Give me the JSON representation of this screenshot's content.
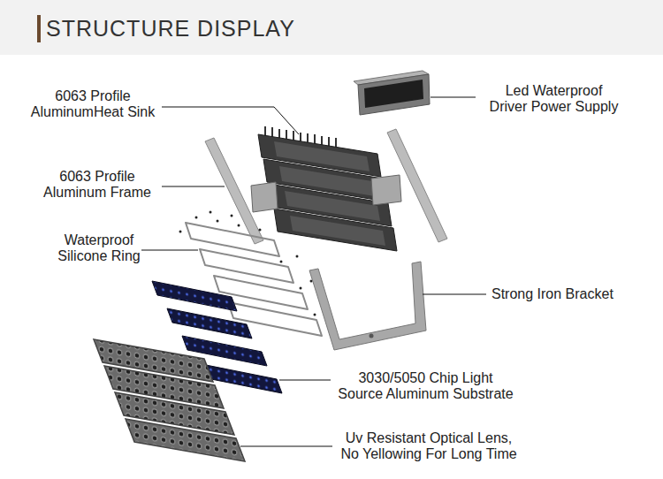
{
  "diagram": {
    "title": "STRUCTURE DISPLAY",
    "labels": [
      "6063 Profile AluminumHeat Sink",
      "Led Waterproof Driver Power Supply",
      "6063 Profile Aluminum Frame",
      "Waterproof Silicone Ring",
      "Strong Iron Bracket",
      "3030/5050 Chip Light Source Aluminum Substrate",
      "Uv Resistant Optical Lens, No Yellowing For Long Time"
    ]
  }
}
